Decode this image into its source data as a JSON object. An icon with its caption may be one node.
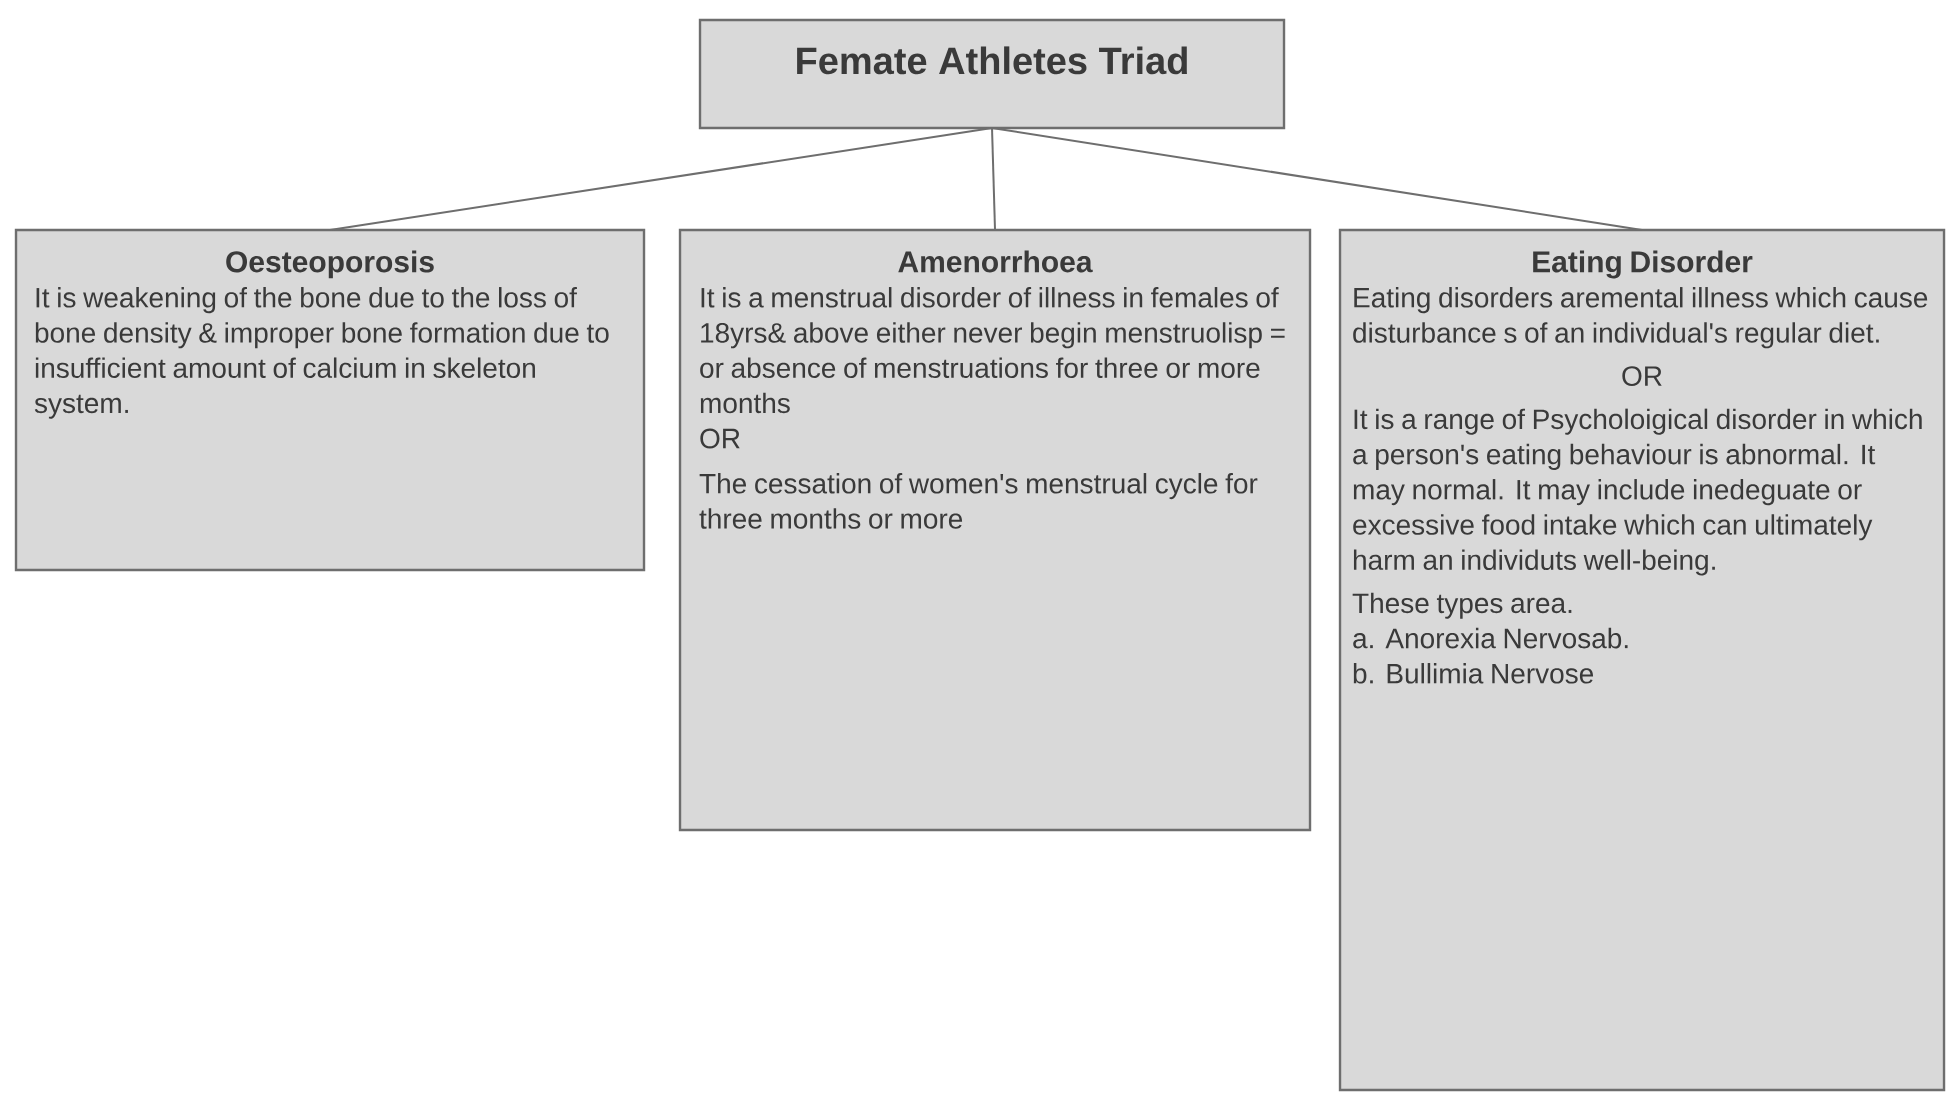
{
  "diagram": {
    "nodes": [
      {
        "text": [
          "Femate Athletes Triad"
        ]
      },
      {
        "text": [
          "Oesteoporosis",
          "It is weakening of the bone due to the loss of bone density & improper bone formation due to insufficient amount of calcium in skeleton system."
        ]
      },
      {
        "text": [
          "Amenorrhoea",
          "It is a menstrual disorder of illness in females of 18yrs& above either never begin menstruolisp = or absence of menstruations for three or more months",
          "OR",
          "The cessation of women's menstrual cycle for three months or more"
        ]
      },
      {
        "text": [
          "Eating Disorder",
          "Eating disorders aremental illness which cause disturbance s of an individual's regular diet.",
          "OR",
          "It is a range of Psycholoigical disorder in which a person's eating behaviour is abnormal. It may normal. It may include inedeguate or excessive food intake which can ultimately harm an individuts well-being.",
          "These types area.",
          "a. Anorexia Nervosab.",
          "b. Bullimia Nervose"
        ]
      }
    ],
    "edges": [
      {
        "from": 0,
        "to": 1,
        "arrow": "none"
      },
      {
        "from": 0,
        "to": 2,
        "arrow": "none"
      },
      {
        "from": 0,
        "to": 3,
        "arrow": "none"
      }
    ]
  }
}
